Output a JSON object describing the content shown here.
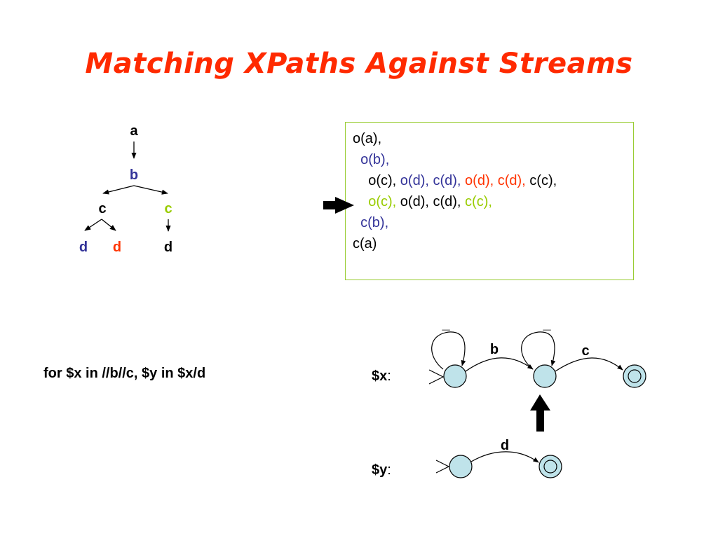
{
  "title": "Matching XPaths Against Streams",
  "colors": {
    "title": "#ff2a00",
    "blue": "#333399",
    "red": "#ff3300",
    "green": "#99cc00",
    "black": "#000000",
    "box_border": "#99cc33",
    "state_fill": "#bfe3ea"
  },
  "tree": {
    "nodes": [
      {
        "id": "a",
        "label": "a",
        "color": "black"
      },
      {
        "id": "b",
        "label": "b",
        "color": "blue"
      },
      {
        "id": "c1",
        "label": "c",
        "color": "black"
      },
      {
        "id": "c2",
        "label": "c",
        "color": "green"
      },
      {
        "id": "d1",
        "label": "d",
        "color": "blue"
      },
      {
        "id": "d2",
        "label": "d",
        "color": "red"
      },
      {
        "id": "d3",
        "label": "d",
        "color": "black"
      }
    ]
  },
  "stream": {
    "lines": [
      {
        "indent": "",
        "tokens": [
          {
            "text": "o(a),",
            "color": "black"
          }
        ]
      },
      {
        "indent": "  ",
        "tokens": [
          {
            "text": "o(b),",
            "color": "blue"
          }
        ]
      },
      {
        "indent": "    ",
        "tokens": [
          {
            "text": "o(c), ",
            "color": "black"
          },
          {
            "text": "o(d), c(d), ",
            "color": "blue"
          },
          {
            "text": "o(d), c(d), ",
            "color": "red"
          },
          {
            "text": "c(c),",
            "color": "black"
          }
        ]
      },
      {
        "indent": "    ",
        "tokens": [
          {
            "text": "o(c), ",
            "color": "green"
          },
          {
            "text": "o(d), c(d), ",
            "color": "black"
          },
          {
            "text": "c(c),",
            "color": "green"
          }
        ]
      },
      {
        "indent": "  ",
        "tokens": [
          {
            "text": "c(b),",
            "color": "blue"
          }
        ]
      },
      {
        "indent": "",
        "tokens": [
          {
            "text": "c(a)",
            "color": "black"
          }
        ]
      }
    ]
  },
  "query": "for $x in //b//c, $y in $x/d",
  "automata": {
    "x": {
      "label": "$x",
      "colon": ":",
      "self_loop_label": "_",
      "edge_labels": [
        "b",
        "c"
      ]
    },
    "y": {
      "label": "$y",
      "colon": ":",
      "edge_labels": [
        "d"
      ]
    }
  }
}
